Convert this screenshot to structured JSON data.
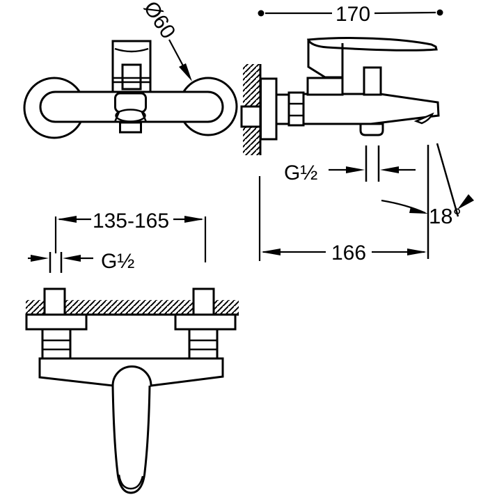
{
  "drawing": {
    "labels": {
      "top_width": "170",
      "escutcheon_diameter": "Ø60",
      "side_outlet_thread": "G½",
      "spout_angle": "18°",
      "spout_depth": "166",
      "inlet_centers_range": "135-165",
      "inlet_thread": "G½"
    },
    "colors": {
      "line": "#000000",
      "background": "#ffffff"
    }
  }
}
